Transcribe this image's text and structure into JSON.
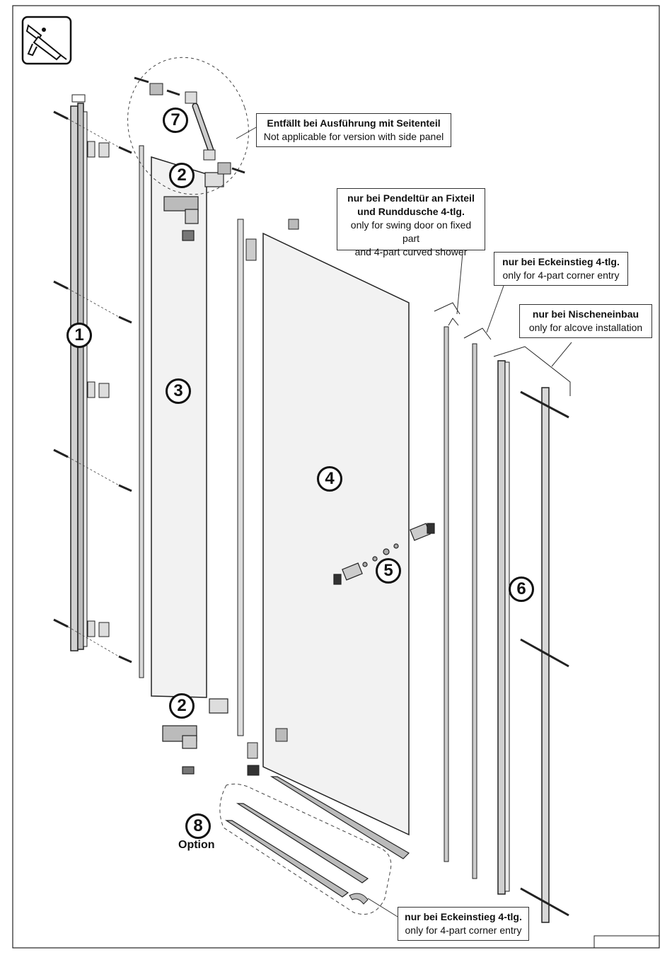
{
  "part_numbers": {
    "part1": "1",
    "part2_top": "2",
    "part2_bottom": "2",
    "part3": "3",
    "part4": "4",
    "part5": "5",
    "part6": "6",
    "part7": "7",
    "part8": "8"
  },
  "option_label": "Option",
  "callouts": {
    "side_panel": {
      "de": "Entfällt bei Ausführung mit Seitenteil",
      "en": "Not applicable for version with side panel"
    },
    "swing_door": {
      "de_line1": "nur bei Pendeltür an Fixteil",
      "de_line2": "und Runddusche 4-tlg.",
      "en_line1": "only for swing door on fixed part",
      "en_line2": "and 4-part curved shower"
    },
    "corner_entry_top": {
      "de": "nur bei Eckeinstieg 4-tlg.",
      "en": "only for 4-part corner entry"
    },
    "alcove": {
      "de": "nur bei Nischeneinbau",
      "en": "only for alcove installation"
    },
    "corner_entry_bottom": {
      "de": "nur bei Eckeinstieg 4-tlg.",
      "en": "only for 4-part corner entry"
    }
  },
  "icons": {
    "tool_icon": "silicone-gun-icon"
  }
}
